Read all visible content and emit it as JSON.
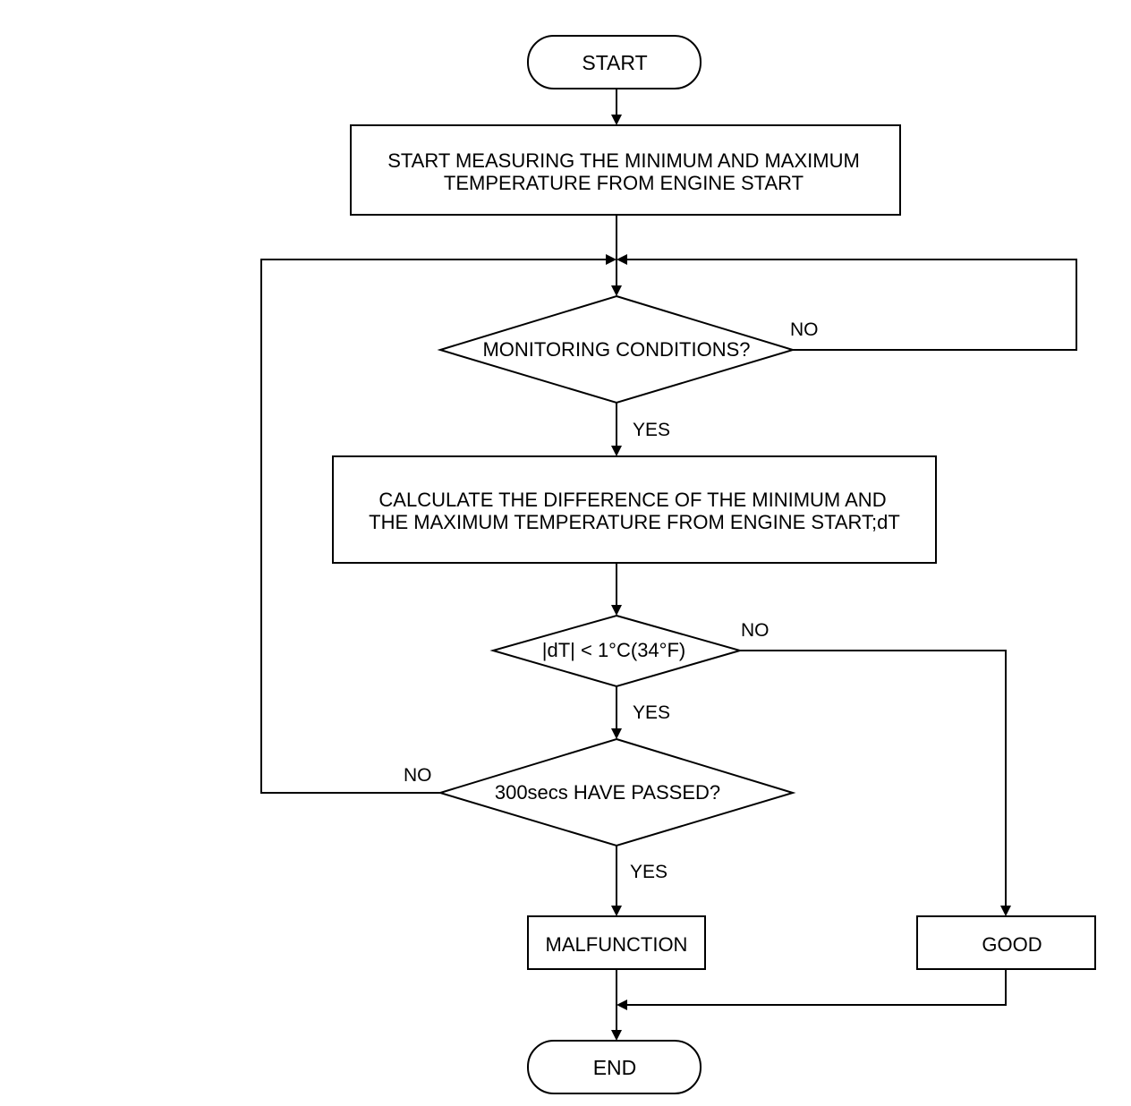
{
  "start": {
    "label": "START"
  },
  "measure": {
    "line1": "START MEASURING THE MINIMUM AND MAXIMUM",
    "line2": "TEMPERATURE FROM ENGINE START"
  },
  "monitoring": {
    "question": "MONITORING CONDITIONS?",
    "no": "NO",
    "yes": "YES"
  },
  "calculate": {
    "line1": "CALCULATE THE DIFFERENCE OF THE MINIMUM AND",
    "line2": "THE MAXIMUM TEMPERATURE FROM ENGINE START;dT"
  },
  "threshold": {
    "question": "|dT| < 1°C(34°F)",
    "no": "NO",
    "yes": "YES"
  },
  "timer": {
    "question": "300secs HAVE PASSED?",
    "no": "NO",
    "yes": "YES"
  },
  "malfunction": {
    "label": "MALFUNCTION"
  },
  "good": {
    "label": "GOOD"
  },
  "end": {
    "label": "END"
  }
}
